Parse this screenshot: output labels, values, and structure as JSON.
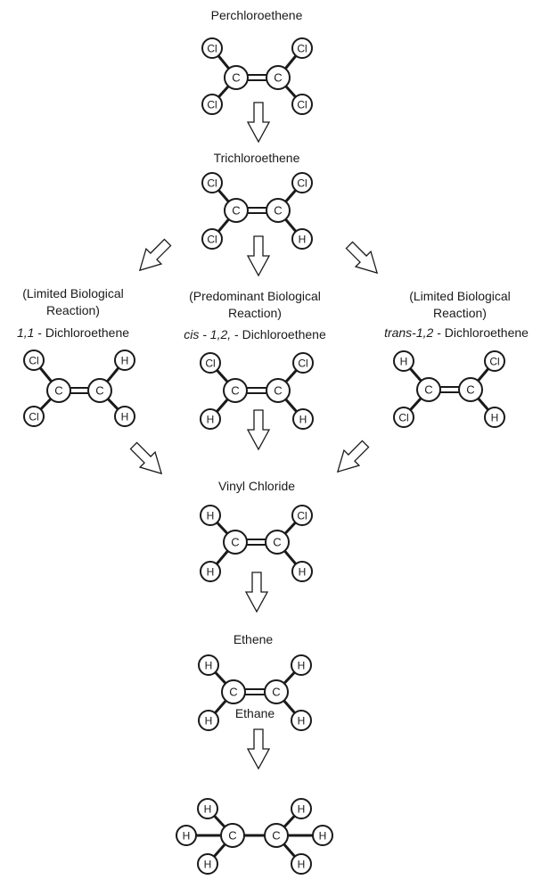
{
  "molecules": {
    "perchloroethene": {
      "name": "Perchloroethene",
      "atoms": {
        "c_left": "C",
        "c_right": "C",
        "ul": "Cl",
        "ur": "Cl",
        "ll": "Cl",
        "lr": "Cl"
      }
    },
    "trichloroethene": {
      "name": "Trichloroethene",
      "atoms": {
        "c_left": "C",
        "c_right": "C",
        "ul": "Cl",
        "ur": "Cl",
        "ll": "Cl",
        "lr": "H"
      }
    },
    "dce_11": {
      "note1": "(Limited Biological",
      "note2": "Reaction)",
      "name_prefix": "1,1",
      "name_rest": " - Dichloroethene",
      "atoms": {
        "c_left": "C",
        "c_right": "C",
        "ul": "Cl",
        "ur": "H",
        "ll": "Cl",
        "lr": "H"
      }
    },
    "dce_cis": {
      "note1": "(Predominant Biological",
      "note2": "Reaction)",
      "name_prefix": "cis - 1,2,",
      "name_rest": " - Dichloroethene",
      "atoms": {
        "c_left": "C",
        "c_right": "C",
        "ul": "Cl",
        "ur": "Cl",
        "ll": "H",
        "lr": "H"
      }
    },
    "dce_trans": {
      "note1": "(Limited Biological",
      "note2": "Reaction)",
      "name_prefix": "trans-1,2",
      "name_rest": " - Dichloroethene",
      "atoms": {
        "c_left": "C",
        "c_right": "C",
        "ul": "H",
        "ur": "Cl",
        "ll": "Cl",
        "lr": "H"
      }
    },
    "vinyl_chloride": {
      "name": "Vinyl Chloride",
      "atoms": {
        "c_left": "C",
        "c_right": "C",
        "ul": "H",
        "ur": "Cl",
        "ll": "H",
        "lr": "H"
      }
    },
    "ethene": {
      "name": "Ethene",
      "atoms": {
        "c_left": "C",
        "c_right": "C",
        "ul": "H",
        "ur": "H",
        "ll": "H",
        "lr": "H"
      }
    },
    "ethane": {
      "name": "Ethane",
      "atoms": {
        "c_left": "C",
        "c_right": "C",
        "ul": "H",
        "ur": "H",
        "ll": "H",
        "lr": "H",
        "l": "H",
        "r": "H"
      }
    }
  }
}
